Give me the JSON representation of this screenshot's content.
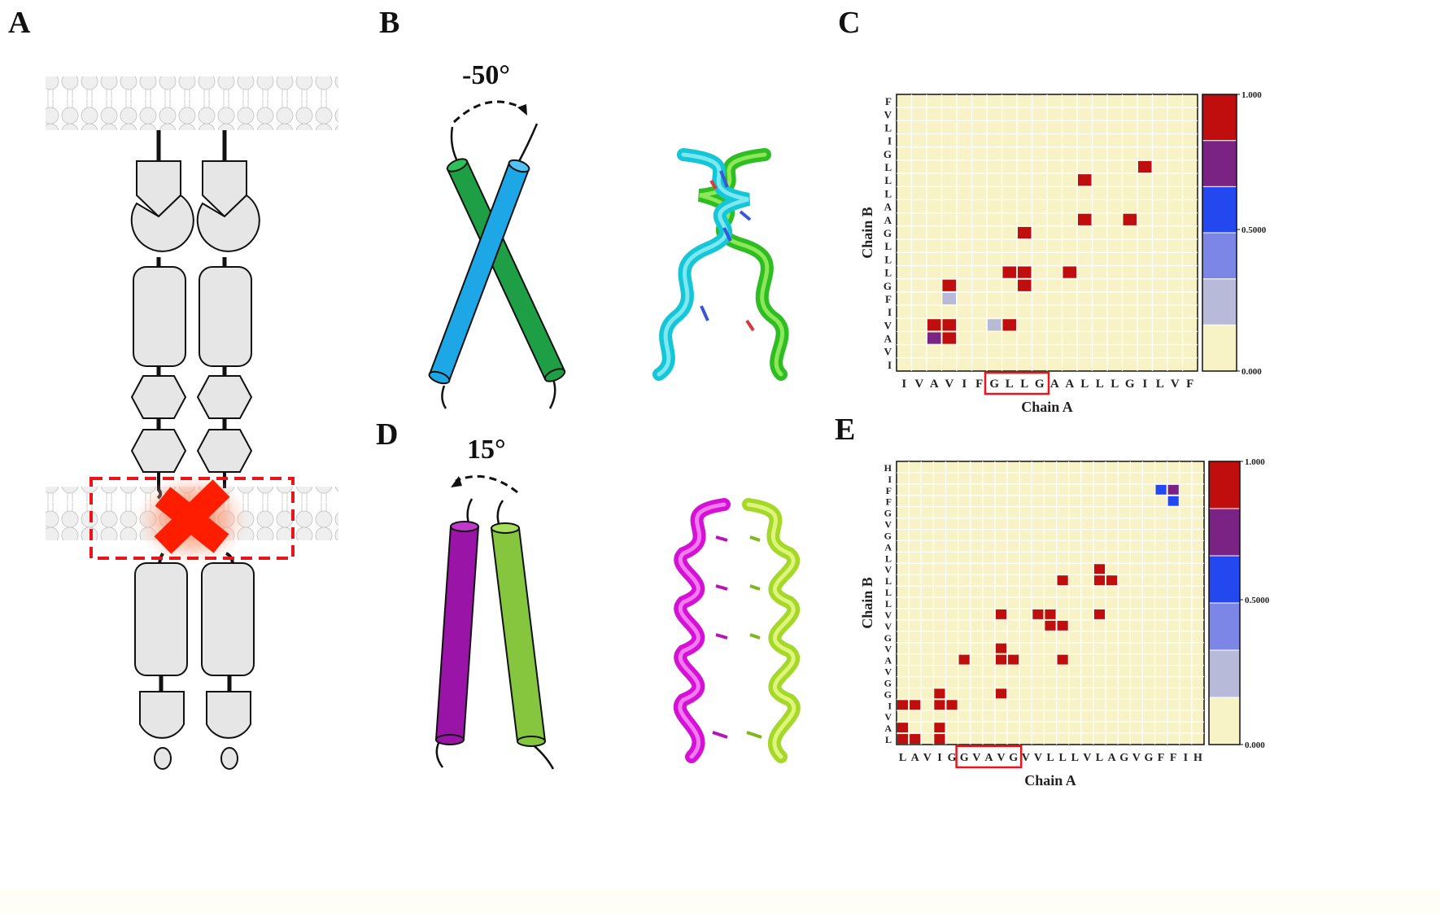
{
  "panels": {
    "A": {
      "letter": "A"
    },
    "B": {
      "letter": "B",
      "angle": "-50°"
    },
    "C": {
      "letter": "C"
    },
    "D": {
      "letter": "D",
      "angle": "15°"
    },
    "E": {
      "letter": "E"
    }
  },
  "colors": {
    "membrane": "#d9d9d9",
    "domain_fill": "#e6e6e6",
    "red_x": "#ff2a00",
    "dashed_box": "#e8161b",
    "helix_B_blue": "#1ea7e6",
    "helix_B_green": "#1e9e45",
    "helix_D_purple": "#9b14a8",
    "helix_D_lightgreen": "#86c63e",
    "matrix_bg": "#f8f3c6",
    "scale_colors": [
      "#f8f3c6",
      "#b7bbd9",
      "#7b86e6",
      "#2448f0",
      "#7a2384",
      "#c00d0d"
    ]
  },
  "chart_data": [
    {
      "panel": "C",
      "type": "heatmap",
      "xlabel": "Chain A",
      "ylabel": "Chain B",
      "x": [
        "I",
        "V",
        "A",
        "V",
        "I",
        "F",
        "G",
        "L",
        "L",
        "G",
        "A",
        "A",
        "L",
        "L",
        "L",
        "G",
        "I",
        "L",
        "V",
        "F"
      ],
      "y_bottom_to_top": [
        "I",
        "V",
        "A",
        "V",
        "I",
        "F",
        "G",
        "L",
        "L",
        "L",
        "G",
        "A",
        "A",
        "L",
        "L",
        "L",
        "G",
        "I",
        "L",
        "V",
        "F"
      ],
      "highlight_x_range": [
        6,
        9
      ],
      "colorbar": {
        "min_label": "0.000",
        "mid_label": "0.5000",
        "max_label": "1.000",
        "min": 0,
        "max": 1
      },
      "cells": [
        {
          "xi": 2,
          "yi": 2,
          "v": 0.75
        },
        {
          "xi": 3,
          "yi": 2,
          "v": 1.0
        },
        {
          "xi": 2,
          "yi": 3,
          "v": 1.0
        },
        {
          "xi": 3,
          "yi": 3,
          "v": 1.0
        },
        {
          "xi": 3,
          "yi": 5,
          "v": 0.3
        },
        {
          "xi": 3,
          "yi": 6,
          "v": 1.0
        },
        {
          "xi": 6,
          "yi": 3,
          "v": 0.3
        },
        {
          "xi": 7,
          "yi": 3,
          "v": 1.0
        },
        {
          "xi": 7,
          "yi": 7,
          "v": 1.0
        },
        {
          "xi": 8,
          "yi": 7,
          "v": 1.0
        },
        {
          "xi": 8,
          "yi": 6,
          "v": 1.0
        },
        {
          "xi": 11,
          "yi": 7,
          "v": 1.0
        },
        {
          "xi": 8,
          "yi": 10,
          "v": 1.0
        },
        {
          "xi": 12,
          "yi": 11,
          "v": 1.0
        },
        {
          "xi": 15,
          "yi": 11,
          "v": 1.0
        },
        {
          "xi": 12,
          "yi": 14,
          "v": 1.0
        },
        {
          "xi": 16,
          "yi": 15,
          "v": 1.0
        }
      ]
    },
    {
      "panel": "E",
      "type": "heatmap",
      "xlabel": "Chain A",
      "ylabel": "Chain B",
      "x": [
        "L",
        "A",
        "V",
        "I",
        "G",
        "G",
        "V",
        "A",
        "V",
        "G",
        "V",
        "V",
        "L",
        "L",
        "L",
        "V",
        "L",
        "A",
        "G",
        "V",
        "G",
        "F",
        "F",
        "I",
        "H"
      ],
      "y_bottom_to_top": [
        "L",
        "A",
        "V",
        "I",
        "G",
        "G",
        "V",
        "A",
        "V",
        "G",
        "V",
        "V",
        "L",
        "L",
        "L",
        "V",
        "L",
        "A",
        "G",
        "V",
        "G",
        "F",
        "F",
        "I",
        "H"
      ],
      "highlight_x_range": [
        5,
        9
      ],
      "colorbar": {
        "min_label": "0.000",
        "mid_label": "0.5000",
        "max_label": "1.000",
        "min": 0,
        "max": 1
      },
      "cells": [
        {
          "xi": 0,
          "yi": 0,
          "v": 1.0
        },
        {
          "xi": 1,
          "yi": 0,
          "v": 1.0
        },
        {
          "xi": 3,
          "yi": 0,
          "v": 1.0
        },
        {
          "xi": 0,
          "yi": 1,
          "v": 1.0
        },
        {
          "xi": 3,
          "yi": 1,
          "v": 1.0
        },
        {
          "xi": 0,
          "yi": 3,
          "v": 1.0
        },
        {
          "xi": 1,
          "yi": 3,
          "v": 1.0
        },
        {
          "xi": 3,
          "yi": 3,
          "v": 1.0
        },
        {
          "xi": 4,
          "yi": 3,
          "v": 1.0
        },
        {
          "xi": 3,
          "yi": 4,
          "v": 1.0
        },
        {
          "xi": 8,
          "yi": 4,
          "v": 1.0
        },
        {
          "xi": 5,
          "yi": 7,
          "v": 1.0
        },
        {
          "xi": 8,
          "yi": 7,
          "v": 1.0
        },
        {
          "xi": 9,
          "yi": 7,
          "v": 1.0
        },
        {
          "xi": 13,
          "yi": 7,
          "v": 1.0
        },
        {
          "xi": 8,
          "yi": 8,
          "v": 1.0
        },
        {
          "xi": 13,
          "yi": 10,
          "v": 1.0
        },
        {
          "xi": 8,
          "yi": 11,
          "v": 1.0
        },
        {
          "xi": 11,
          "yi": 11,
          "v": 1.0
        },
        {
          "xi": 12,
          "yi": 11,
          "v": 1.0
        },
        {
          "xi": 16,
          "yi": 11,
          "v": 1.0
        },
        {
          "xi": 12,
          "yi": 10,
          "v": 1.0
        },
        {
          "xi": 13,
          "yi": 14,
          "v": 1.0
        },
        {
          "xi": 16,
          "yi": 14,
          "v": 1.0
        },
        {
          "xi": 17,
          "yi": 14,
          "v": 1.0
        },
        {
          "xi": 16,
          "yi": 15,
          "v": 1.0
        },
        {
          "xi": 21,
          "yi": 22,
          "v": 0.55
        },
        {
          "xi": 22,
          "yi": 22,
          "v": 0.75
        },
        {
          "xi": 22,
          "yi": 21,
          "v": 0.55
        }
      ]
    }
  ]
}
